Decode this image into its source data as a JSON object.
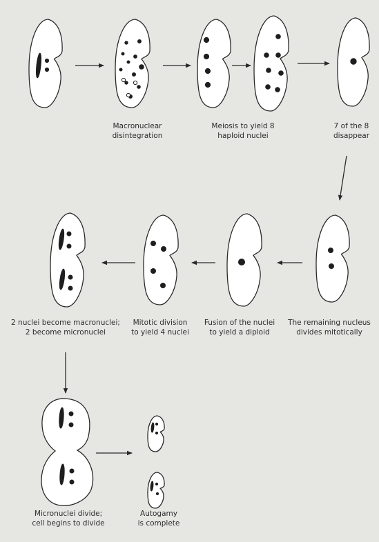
{
  "captions": {
    "macronuclear_disintegration": [
      "Macronuclear",
      "disintegration"
    ],
    "meiosis": [
      "Meiosis to yield 8",
      "haploid nuclei"
    ],
    "seven_disappear": [
      "7 of the 8",
      "disappear"
    ],
    "remaining_divides": [
      "The remaining nucleus",
      "divides mitotically"
    ],
    "fusion": [
      "Fusion of the nuclei",
      "to yield a diploid"
    ],
    "mitotic_division": [
      "Mitotic division",
      "to yield 4 nuclei"
    ],
    "become_macronuclei": [
      "2 nuclei become macronuclei;",
      "2 become micronuclei"
    ],
    "micronuclei_divide": [
      "Micronuclei divide;",
      "cell begins to divide"
    ],
    "autogamy_complete": [
      "Autogamy",
      "is complete"
    ]
  },
  "colors": {
    "background": "#e6e6e3",
    "cell_fill": "#ffffff",
    "outline": "#2a2a2a",
    "nucleus": "#1e1e1e"
  }
}
